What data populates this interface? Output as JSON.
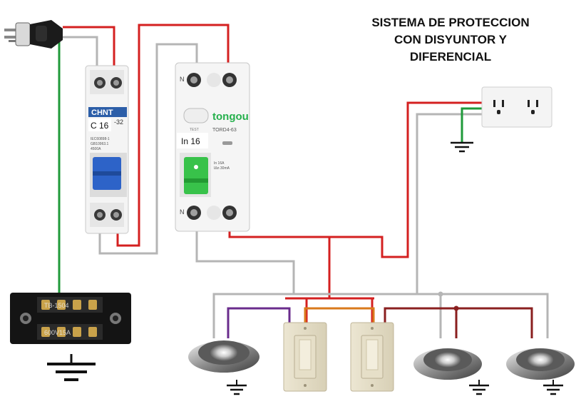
{
  "title": {
    "line1": "SISTEMA DE PROTECCION",
    "line2": "CON DISYUNTOR Y",
    "line3": "DIFERENCIAL"
  },
  "breaker": {
    "brand": "CHNT",
    "model_suffix": "-32",
    "rating_label": "C 16",
    "fine_print_1": "IEC60898-1",
    "fine_print_2": "GB10963.1",
    "fine_print_3": "4500A"
  },
  "rcd": {
    "brand": "tongou",
    "model": "TORD4-63",
    "rating_label": "In 16",
    "test_label": "TEST",
    "terminal_label_top": "N",
    "terminal_label_bottom": "N",
    "spec_line_1": "In 16A",
    "spec_line_2": "IΔn 30mA"
  },
  "terminal_block": {
    "top_text": "TB-1504",
    "bottom_text": "600V15A"
  },
  "wire_colors": {
    "phase": "#d42020",
    "neutral": "#b5b5b5",
    "ground": "#1f9a3a",
    "switched_1": "#6a2c8c",
    "switched_2": "#d97a1c",
    "switched_3": "#8a1f1f"
  },
  "icons": [
    "plug-icon",
    "breaker-icon",
    "rcd-icon",
    "outlet-icon",
    "ground-icon",
    "terminal-block-icon",
    "downlight-icon",
    "wall-switch-icon"
  ]
}
